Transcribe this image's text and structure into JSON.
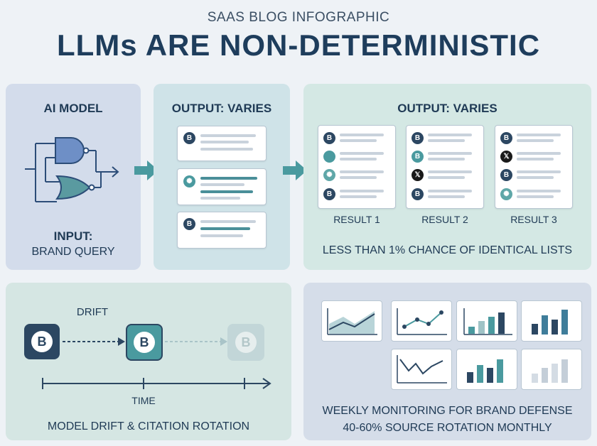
{
  "header": {
    "subtitle": "SAAS BLOG INFOGRAPHIC",
    "title": "LLMs ARE NON-DETERMINISTIC"
  },
  "ai_panel": {
    "title": "AI MODEL",
    "input_label": "INPUT:",
    "input_value": "BRAND QUERY"
  },
  "output_panel_1": {
    "title": "OUTPUT: VARIES",
    "icon_b": "B"
  },
  "output_panel_2": {
    "title": "OUTPUT: VARIES",
    "results": [
      "RESULT 1",
      "RESULT 2",
      "RESULT 3"
    ],
    "footer": "LESS THAN 1% CHANCE OF IDENTICAL LISTS",
    "icon_b": "B"
  },
  "drift_panel": {
    "drift_label": "DRIFT",
    "time_label": "TIME",
    "footer": "MODEL DRIFT & CITATION ROTATION",
    "icon_b": "B"
  },
  "monitor_panel": {
    "footer_line1": "WEEKLY MONITORING FOR BRAND DEFENSE",
    "footer_line2": "40-60% SOURCE ROTATION MONTHLY"
  },
  "colors": {
    "navy": "#1e3d5c",
    "teal": "#4a8f99",
    "logic_blue": "#6e8fc6",
    "logic_teal": "#5a9aa0"
  }
}
